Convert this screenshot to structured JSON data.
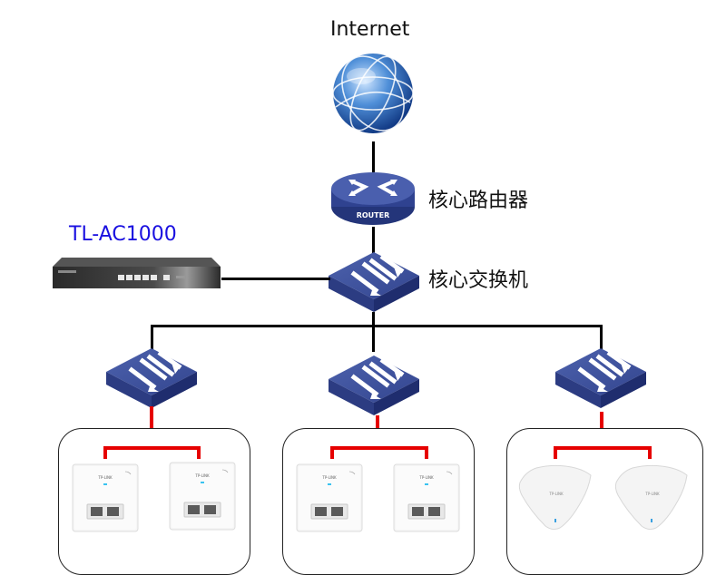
{
  "diagram": {
    "internet": {
      "label": "Internet",
      "icon": "globe-icon"
    },
    "core_router": {
      "label": "核心路由器",
      "icon": "router-icon",
      "badge": "ROUTER"
    },
    "core_switch": {
      "label": "核心交换机",
      "icon": "switch-icon"
    },
    "ac_controller": {
      "label": "TL-AC1000",
      "icon": "rack-controller-icon",
      "label_color": "#1a10e0"
    },
    "access_switches": [
      {
        "icon": "switch-icon",
        "group": "wall-panel-ap-group-1"
      },
      {
        "icon": "switch-icon",
        "group": "wall-panel-ap-group-2"
      },
      {
        "icon": "switch-icon",
        "group": "ceiling-ap-group"
      }
    ],
    "groups": [
      {
        "ap_type": "wall-panel-ap",
        "count": 2,
        "brand": "TP-LINK"
      },
      {
        "ap_type": "wall-panel-ap",
        "count": 2,
        "brand": "TP-LINK"
      },
      {
        "ap_type": "ceiling-ap",
        "count": 2,
        "brand": "TP-LINK"
      }
    ],
    "colors": {
      "device_blue": "#3a4f9e",
      "uplink": "#000000",
      "downlink": "#e60000"
    }
  }
}
